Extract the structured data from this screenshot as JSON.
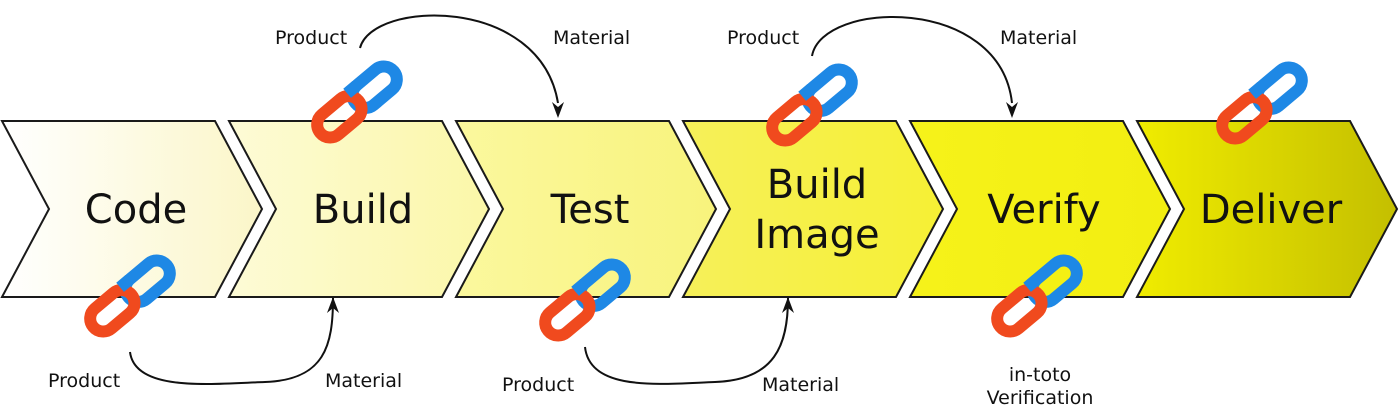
{
  "stages": [
    {
      "label_lines": [
        "Code"
      ],
      "fill_from": "#ffffff",
      "fill_to": "#fbf6c8"
    },
    {
      "label_lines": [
        "Build"
      ],
      "fill_from": "#fdfbd6",
      "fill_to": "#fbf7a8"
    },
    {
      "label_lines": [
        "Test"
      ],
      "fill_from": "#fbf89e",
      "fill_to": "#f8f37c"
    },
    {
      "label_lines": [
        "Build",
        "Image"
      ],
      "fill_from": "#f6f05a",
      "fill_to": "#f6f034"
    },
    {
      "label_lines": [
        "Verify"
      ],
      "fill_from": "#f6f21a",
      "fill_to": "#f2ee10"
    },
    {
      "label_lines": [
        "Deliver"
      ],
      "fill_from": "#f0ec00",
      "fill_to": "#c4bf00"
    }
  ],
  "links": [
    {
      "product": "Product",
      "material": "Material"
    },
    {
      "product": "Product",
      "material": "Material"
    },
    {
      "product": "Product",
      "material": "Material"
    },
    {
      "product": "Product",
      "material": "Material"
    }
  ],
  "verification_caption": [
    "in-toto",
    "Verification"
  ],
  "icons": {
    "name": "chain-link-icon",
    "color_left": "#f04a1e",
    "color_right": "#1e88e5"
  },
  "colors": {
    "outline": "#1a1a1a",
    "arrow": "#111111"
  }
}
